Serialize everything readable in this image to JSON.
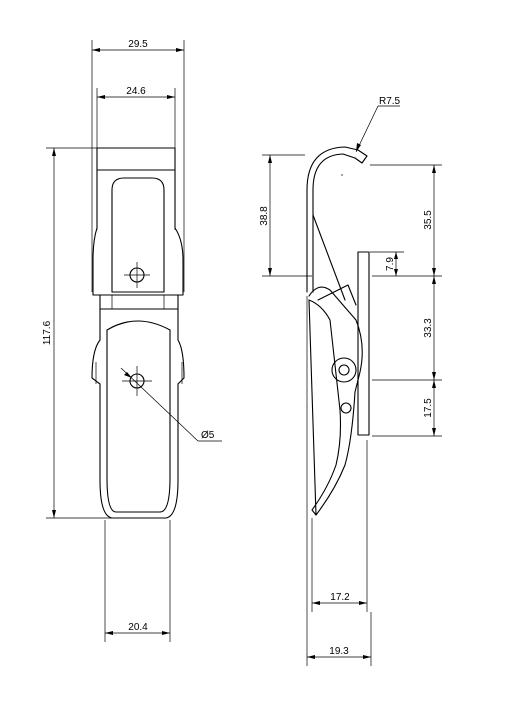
{
  "drawing": {
    "front_view": {
      "overall_width": "29.5",
      "inner_width": "24.6",
      "overall_height": "117.6",
      "hole_diameter": "Ø5",
      "bottom_width": "20.4"
    },
    "side_view": {
      "hook_radius": "R7.5",
      "hook_height": "38.8",
      "upper_span": "35.5",
      "plate_offset": "7.9",
      "middle_span": "33.3",
      "lower_span": "17.5",
      "depth_inner": "17.2",
      "depth_overall": "19.3"
    }
  }
}
